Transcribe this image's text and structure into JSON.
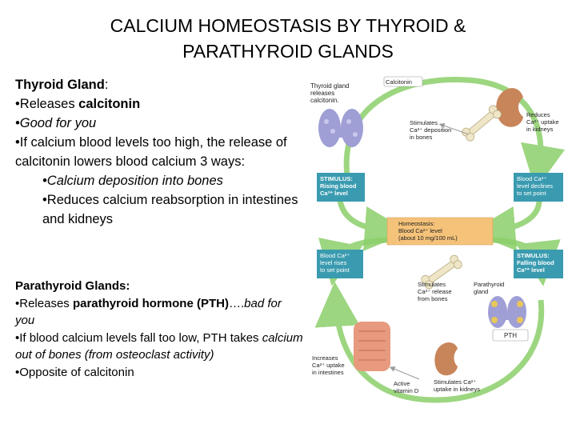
{
  "title": {
    "line1": "CALCIUM HOMEOSTASIS BY THYROID &",
    "line2": "PARATHYROID GLANDS"
  },
  "thyroid": {
    "heading": "Thyroid Gland",
    "colon": ":",
    "b1_pre": "•Releases ",
    "b1_key": "calcitonin",
    "b2": "•Good for you",
    "b3": "•If calcium blood levels too high, the release of calcitonin lowers blood calcium 3 ways:",
    "s1": "•Calcium deposition into bones",
    "s2": "•Reduces calcium reabsorption in intestines and kidneys"
  },
  "parathyroid": {
    "heading": "Parathyroid Glands:",
    "b1_pre": "•Releases ",
    "b1_key": "parathyroid hormone (PTH)",
    "b1_post": "….",
    "b1_em": "bad for you",
    "b2_pre": "•If blood calcium levels fall too low, PTH takes ",
    "b2_em": "calcium out of bones (from osteoclast activity)",
    "b3": "•Opposite of calcitonin"
  },
  "diagram": {
    "thyroid_releases": [
      "Thyroid gland",
      "releases",
      "calcitonin."
    ],
    "calcitonin": "Calcitonin",
    "reduces_kidney": [
      "Reduces",
      "Ca²⁺ uptake",
      "in kidneys"
    ],
    "stimulates_deposition": [
      "Stimulates",
      "Ca²⁺ deposition",
      "in bones"
    ],
    "stimulus_rising": [
      "STIMULUS:",
      "Rising blood",
      "Ca²⁺ level"
    ],
    "blood_declines": [
      "Blood Ca²⁺",
      "level declines",
      "to set point"
    ],
    "homeostasis": [
      "Homeostasis:",
      "Blood Ca²⁺ level",
      "(about 10 mg/100 mL)"
    ],
    "blood_rises": [
      "Blood Ca²⁺",
      "level rises",
      "to set point"
    ],
    "stimulus_falling": [
      "STIMULUS:",
      "Falling blood",
      "Ca²⁺ level"
    ],
    "stimulates_release": [
      "Stimulates",
      "Ca²⁺ release",
      "from bones"
    ],
    "parathyroid_gland": [
      "Parathyroid",
      "gland"
    ],
    "pth": "PTH",
    "increases_intestines": [
      "Increases",
      "Ca²⁺ uptake",
      "in intestines"
    ],
    "active_vitd": [
      "Active",
      "vitamin D"
    ],
    "stimulates_kidney": [
      "Stimulates Ca²⁺",
      "uptake in kidneys"
    ],
    "colors": {
      "teal_box": "#3a9bb0",
      "orange_box": "#f5c27a",
      "arrow_green": "#8ccf6a",
      "arrow_gray": "#9a9a9a",
      "thyroid_purple": "#9f9fd6",
      "kidney_brown": "#c8855a",
      "bone_cream": "#efe6c8",
      "intestine_pink": "#e79a7e"
    }
  }
}
